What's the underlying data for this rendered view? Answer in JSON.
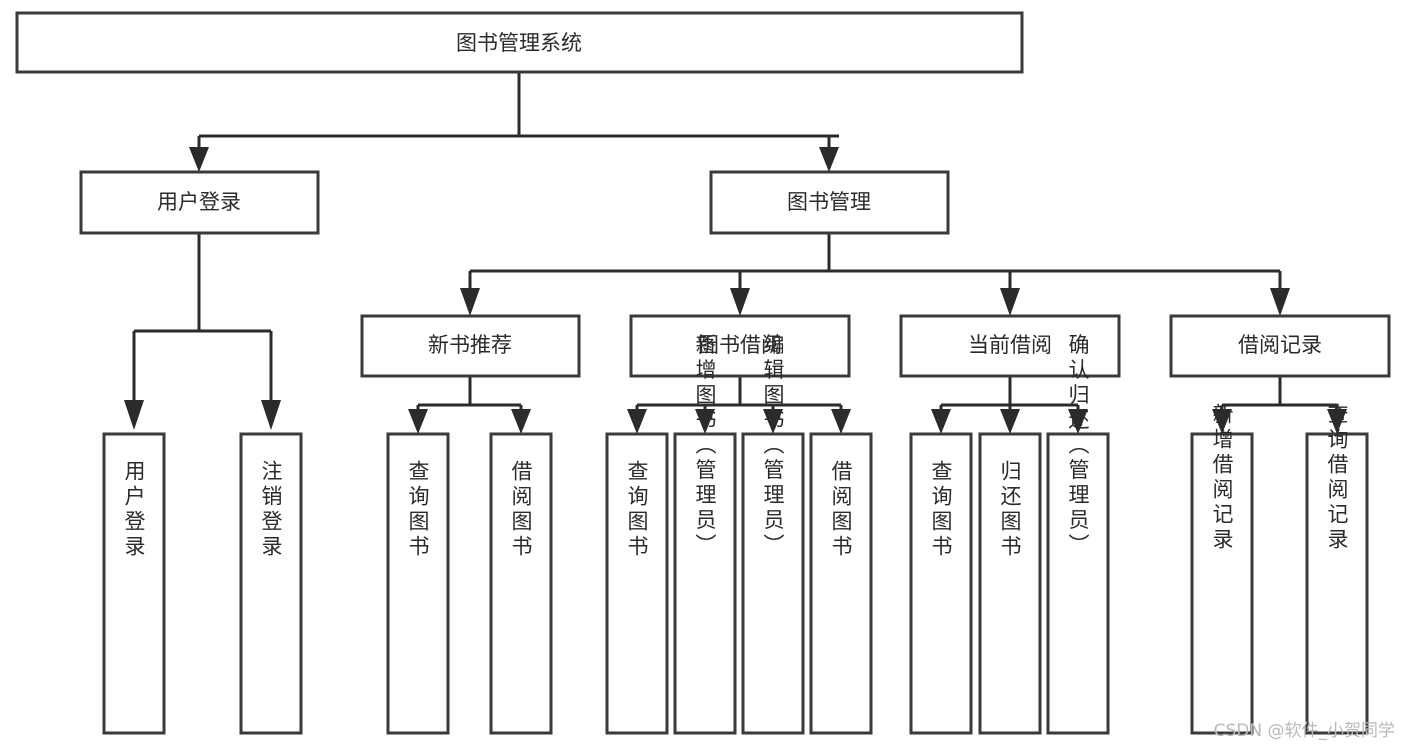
{
  "diagram": {
    "title": "图书管理系统",
    "type": "tree-hierarchy-chart",
    "orientation": "top-down",
    "colors": {
      "box_stroke": "#3a3a3a",
      "box_fill": "#ffffff",
      "connector": "#2b2b2b",
      "text": "#2b2b2b",
      "background": "#ffffff",
      "watermark": "#b9b9b9"
    },
    "root": {
      "label": "图书管理系统"
    },
    "level2": [
      {
        "label": "用户登录"
      },
      {
        "label": "图书管理"
      }
    ],
    "level3": [
      {
        "label": "新书推荐"
      },
      {
        "label": "图书借阅"
      },
      {
        "label": "当前借阅"
      },
      {
        "label": "借阅记录"
      }
    ],
    "leaves": {
      "user_login": [
        {
          "label": "用户登录"
        },
        {
          "label": "注销登录"
        }
      ],
      "new_book_recommend": [
        {
          "label": "查询图书"
        },
        {
          "label": "借阅图书"
        }
      ],
      "book_borrow": [
        {
          "label": "查询图书"
        },
        {
          "label": "新增图书（管理员）"
        },
        {
          "label": "编辑图书（管理员）"
        },
        {
          "label": "借阅图书"
        }
      ],
      "current_borrow": [
        {
          "label": "查询图书"
        },
        {
          "label": "归还图书"
        },
        {
          "label": "确认归还（管理员）"
        }
      ],
      "borrow_records": [
        {
          "label": "新增借阅记录"
        },
        {
          "label": "查询借阅记录"
        }
      ]
    }
  },
  "watermark": {
    "text": "CSDN @软件_小贺同学"
  }
}
